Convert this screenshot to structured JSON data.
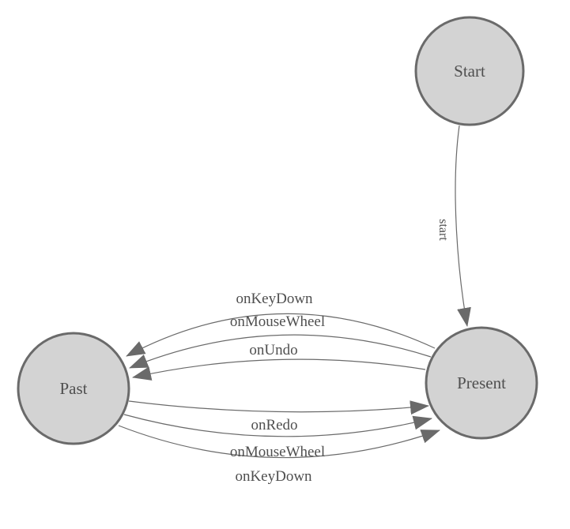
{
  "diagram": {
    "type": "state-machine",
    "background": "#ffffff",
    "colors": {
      "state_fill": "#d3d3d3",
      "state_stroke": "#6a6a6a",
      "edge_stroke": "#6a6a6a",
      "arrowhead_fill": "#6a6a6a",
      "label_text": "#4f4f4f"
    },
    "states": [
      {
        "id": "start",
        "label": "Start"
      },
      {
        "id": "present",
        "label": "Present"
      },
      {
        "id": "past",
        "label": "Past"
      }
    ],
    "transitions": [
      {
        "from": "Start",
        "to": "Present",
        "label": "start"
      },
      {
        "from": "Present",
        "to": "Past",
        "label": "onKeyDown"
      },
      {
        "from": "Present",
        "to": "Past",
        "label": "onMouseWheel"
      },
      {
        "from": "Present",
        "to": "Past",
        "label": "onUndo"
      },
      {
        "from": "Past",
        "to": "Present",
        "label": "onRedo"
      },
      {
        "from": "Past",
        "to": "Present",
        "label": "onMouseWheel"
      },
      {
        "from": "Past",
        "to": "Present",
        "label": "onKeyDown"
      }
    ]
  }
}
